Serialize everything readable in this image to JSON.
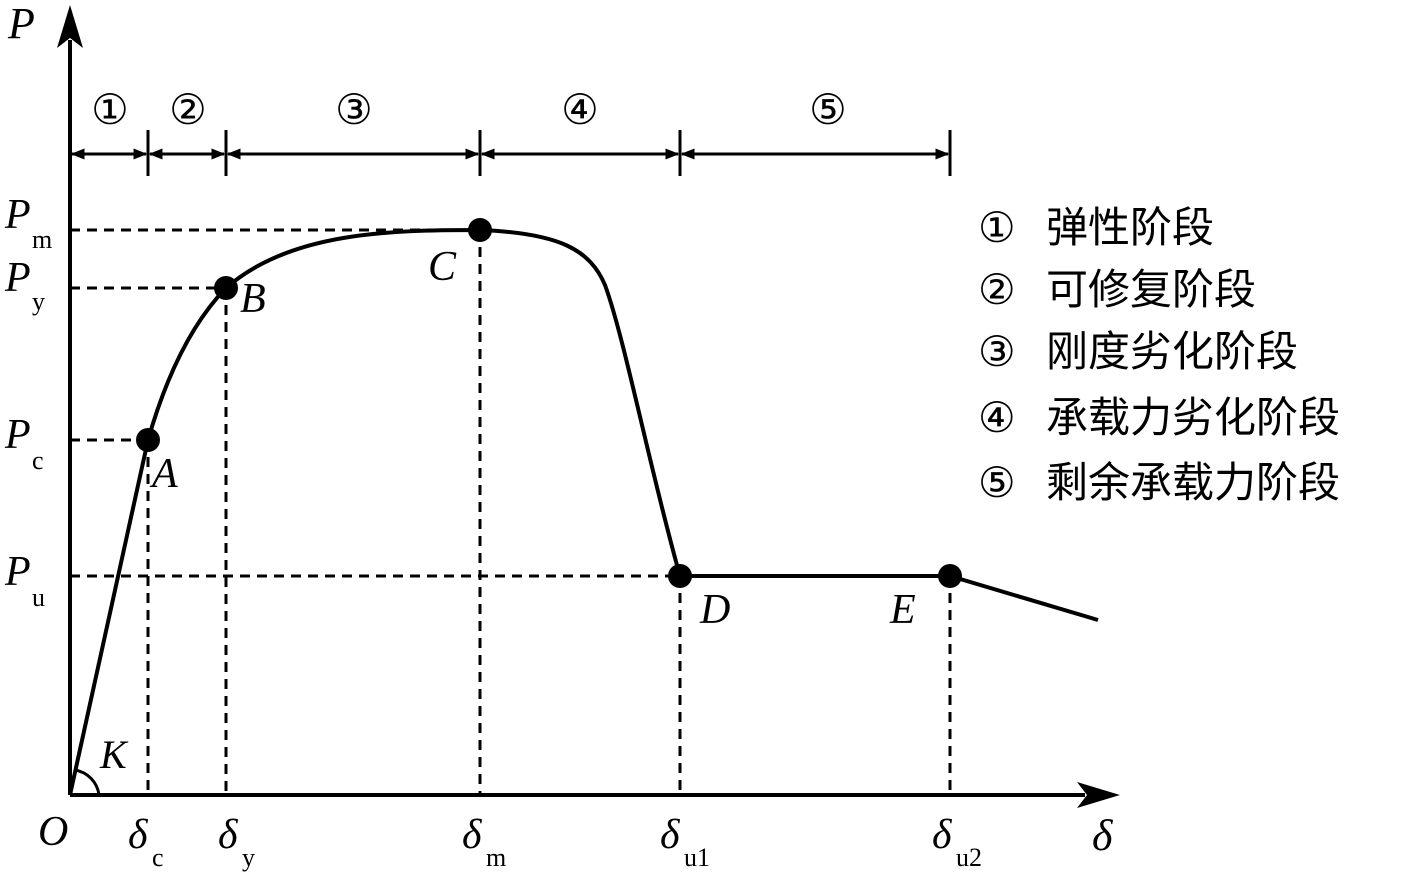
{
  "axes": {
    "y_label": "P",
    "x_label": "δ",
    "origin": "O",
    "angle_label": "K"
  },
  "y_ticks": [
    {
      "main": "P",
      "sub": "m"
    },
    {
      "main": "P",
      "sub": "y"
    },
    {
      "main": "P",
      "sub": "c"
    },
    {
      "main": "P",
      "sub": "u"
    }
  ],
  "x_ticks": [
    {
      "main": "δ",
      "sub": "c"
    },
    {
      "main": "δ",
      "sub": "y"
    },
    {
      "main": "δ",
      "sub": "m"
    },
    {
      "main": "δ",
      "sub": "u1"
    },
    {
      "main": "δ",
      "sub": "u2"
    }
  ],
  "points": [
    "A",
    "B",
    "C",
    "D",
    "E"
  ],
  "stages": [
    "①",
    "②",
    "③",
    "④",
    "⑤"
  ],
  "legend": [
    {
      "num": "①",
      "text": "弹性阶段"
    },
    {
      "num": "②",
      "text": "可修复阶段"
    },
    {
      "num": "③",
      "text": "刚度劣化阶段"
    },
    {
      "num": "④",
      "text": "承载力劣化阶段"
    },
    {
      "num": "⑤",
      "text": "剩余承载力阶段"
    }
  ]
}
